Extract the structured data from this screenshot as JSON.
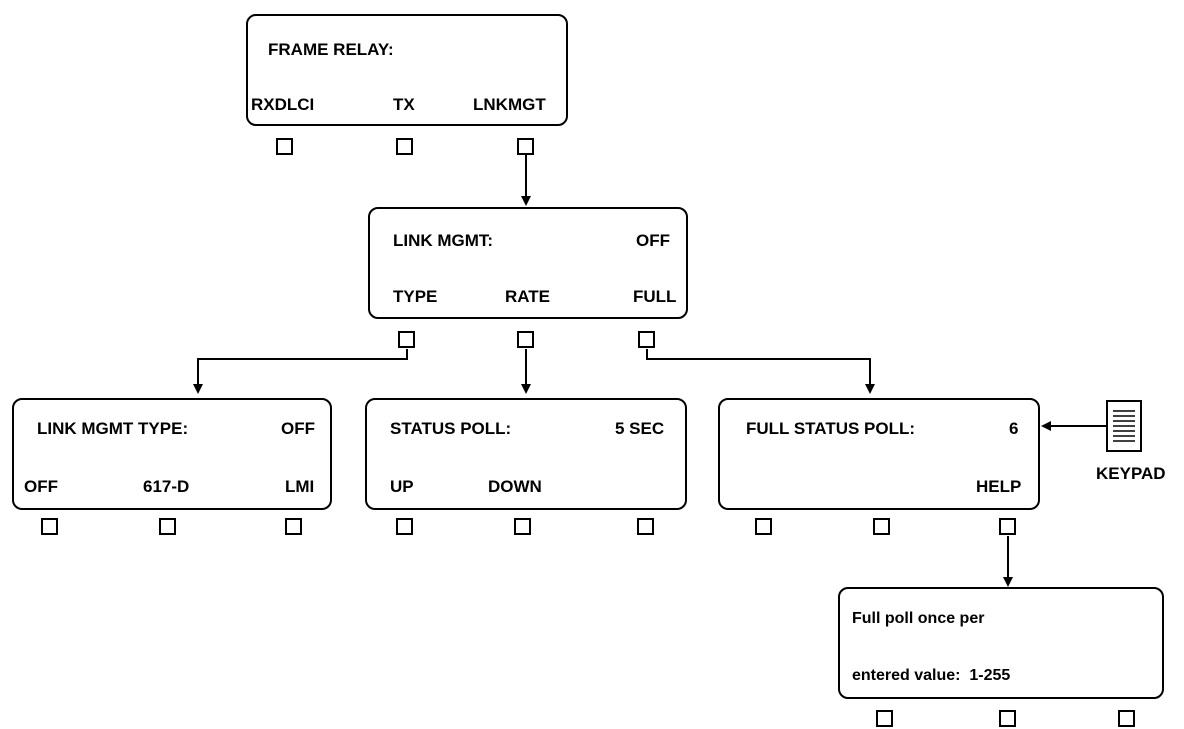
{
  "panels": {
    "frame_relay": {
      "title": "FRAME RELAY:",
      "softkeys": [
        "RXDLCI",
        "TX",
        "LNKMGT"
      ]
    },
    "link_mgmt": {
      "title": "LINK MGMT:",
      "value": "OFF",
      "softkeys": [
        "TYPE",
        "RATE",
        "FULL"
      ]
    },
    "link_mgmt_type": {
      "title": "LINK MGMT TYPE:",
      "value": "OFF",
      "softkeys": [
        "OFF",
        "617-D",
        "LMI"
      ]
    },
    "status_poll": {
      "title": "STATUS POLL:",
      "value": "5 SEC",
      "softkeys": [
        "UP",
        "DOWN",
        ""
      ]
    },
    "full_status_poll": {
      "title": "FULL STATUS POLL:",
      "value": "6",
      "softkeys": [
        "",
        "",
        "HELP"
      ]
    },
    "help": {
      "line1": "Full poll once per",
      "line2": "entered value:  1-255"
    }
  },
  "keypad": {
    "label": "KEYPAD",
    "icon": "keypad-icon"
  },
  "colors": {
    "ink": "#000000",
    "background": "#ffffff"
  }
}
